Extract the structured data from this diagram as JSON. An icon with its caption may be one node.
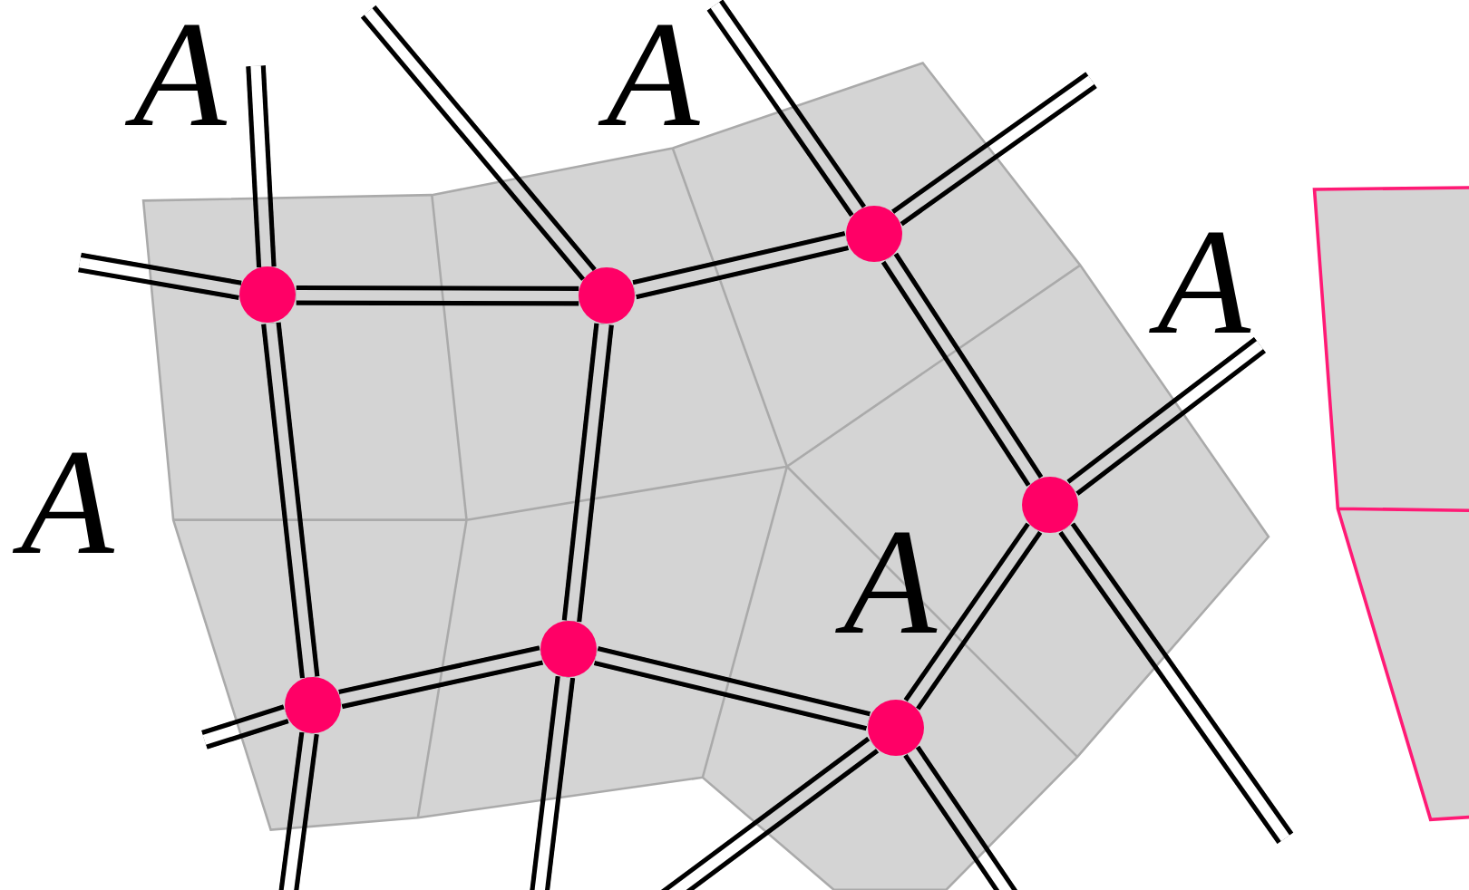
{
  "diagram": {
    "nodes": [
      {
        "text": [],
        "shape": "circle"
      },
      {
        "text": [],
        "shape": "circle"
      },
      {
        "text": [],
        "shape": "circle"
      },
      {
        "text": [],
        "shape": "circle"
      },
      {
        "text": [],
        "shape": "circle"
      },
      {
        "text": [],
        "shape": "circle"
      },
      {
        "text": [],
        "shape": "circle"
      }
    ],
    "edges": [
      {
        "from": 0,
        "to": 1,
        "arrow": "none"
      },
      {
        "from": 1,
        "to": 2,
        "arrow": "none"
      },
      {
        "from": 0,
        "to": 4,
        "arrow": "none"
      },
      {
        "from": 1,
        "to": 5,
        "arrow": "none"
      },
      {
        "from": 2,
        "to": 3,
        "arrow": "none"
      },
      {
        "from": 4,
        "to": 5,
        "arrow": "none"
      },
      {
        "from": 5,
        "to": 6,
        "arrow": "none"
      },
      {
        "from": 3,
        "to": 6,
        "arrow": "none"
      },
      {
        "from": 0,
        "to": null,
        "arrow": "none"
      },
      {
        "from": 0,
        "to": null,
        "arrow": "none"
      },
      {
        "from": 1,
        "to": null,
        "arrow": "none"
      },
      {
        "from": 2,
        "to": null,
        "arrow": "none"
      },
      {
        "from": 2,
        "to": null,
        "arrow": "none"
      },
      {
        "from": 3,
        "to": null,
        "arrow": "none"
      },
      {
        "from": 3,
        "to": null,
        "arrow": "none"
      },
      {
        "from": 4,
        "to": null,
        "arrow": "none"
      },
      {
        "from": 4,
        "to": null,
        "arrow": "none"
      },
      {
        "from": 5,
        "to": null,
        "arrow": "none"
      },
      {
        "from": 6,
        "to": null,
        "arrow": "none"
      },
      {
        "from": 6,
        "to": null,
        "arrow": "none"
      }
    ],
    "labels": [
      "A",
      "A",
      "A",
      "A",
      "A"
    ]
  }
}
